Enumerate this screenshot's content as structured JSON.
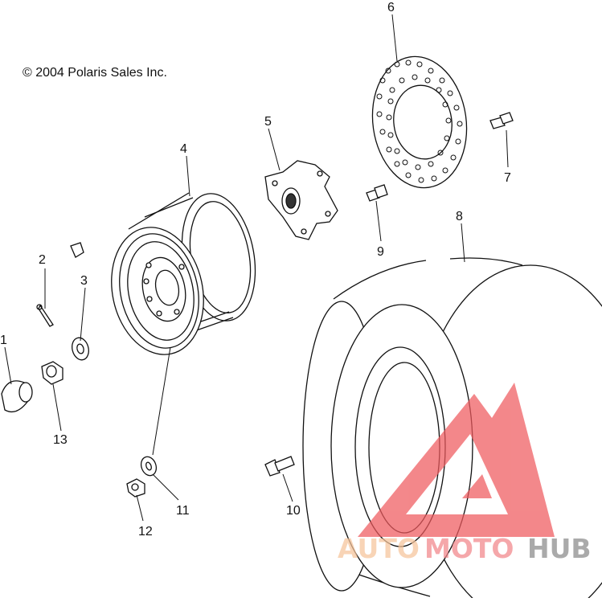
{
  "diagram": {
    "copyright": "© 2004 Polaris Sales Inc.",
    "parts": [
      {
        "id": "1",
        "label": "1",
        "part": "hub-cap"
      },
      {
        "id": "2",
        "label": "2",
        "part": "cotter-pin"
      },
      {
        "id": "3",
        "label": "3",
        "part": "washer"
      },
      {
        "id": "4",
        "label": "4",
        "part": "wheel-rim"
      },
      {
        "id": "5",
        "label": "5",
        "part": "wheel-hub"
      },
      {
        "id": "6",
        "label": "6",
        "part": "brake-disc"
      },
      {
        "id": "7",
        "label": "7",
        "part": "disc-bolt"
      },
      {
        "id": "8",
        "label": "8",
        "part": "tire"
      },
      {
        "id": "9",
        "label": "9",
        "part": "hub-bolt"
      },
      {
        "id": "10",
        "label": "10",
        "part": "valve-stem"
      },
      {
        "id": "11",
        "label": "11",
        "part": "lug-washer"
      },
      {
        "id": "12",
        "label": "12",
        "part": "lug-nut"
      },
      {
        "id": "13",
        "label": "13",
        "part": "castle-nut"
      }
    ]
  },
  "watermark": {
    "text_part1": "AUTO",
    "text_part2": "MOTO",
    "text_part3": "HUB",
    "colors": {
      "part1": "#f6c49a",
      "part2": "#f2868a",
      "part3": "#8a8a8a",
      "triangle": "#ef5a5e"
    }
  }
}
